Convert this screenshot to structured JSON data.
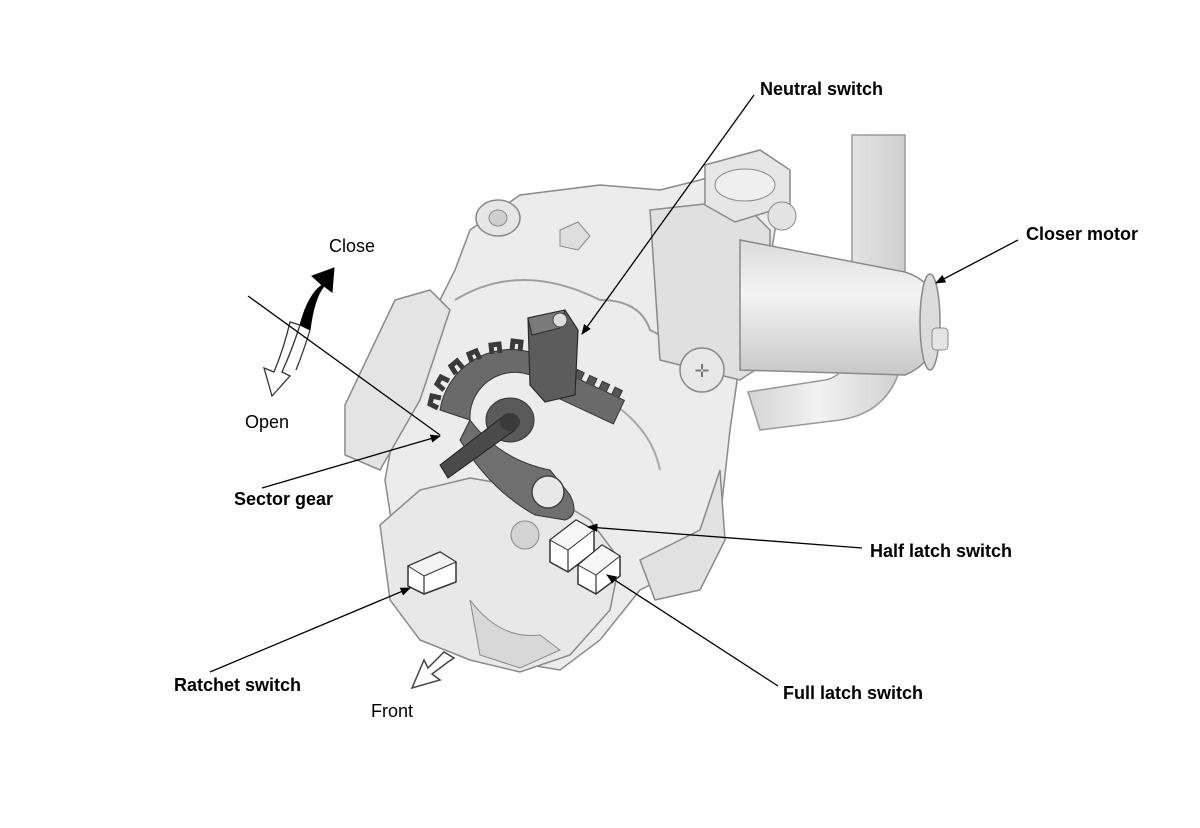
{
  "labels": {
    "neutral_switch": "Neutral switch",
    "closer_motor": "Closer motor",
    "close": "Close",
    "open": "Open",
    "sector_gear": "Sector gear",
    "half_latch_switch": "Half latch switch",
    "ratchet_switch": "Ratchet switch",
    "full_latch_switch": "Full latch switch",
    "front": "Front"
  },
  "colors": {
    "part_fill": "#e9e9e9",
    "part_stroke": "#8a8a8a",
    "gear_fill": "#5a5a5a",
    "leader_line": "#000000"
  }
}
